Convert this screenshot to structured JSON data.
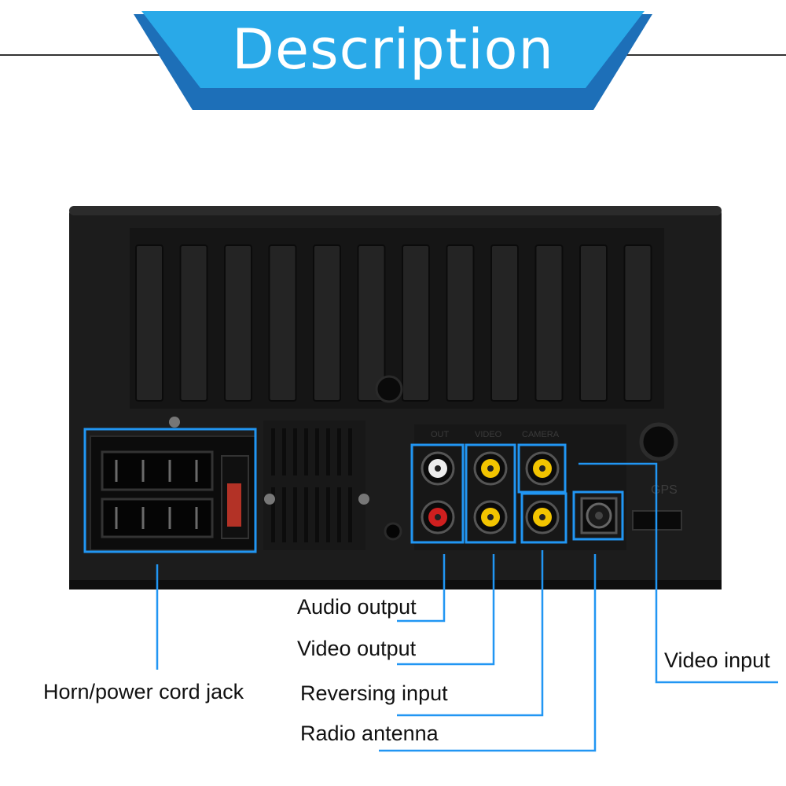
{
  "header": {
    "title": "Description",
    "accent_color": "#29a9e8",
    "shadow_color": "#1d6fb8"
  },
  "device": {
    "body_color": "#1c1c1c",
    "jack_labels": [
      "OUT",
      "VIDEO",
      "CAMERA"
    ],
    "gps_label": "GPS"
  },
  "callouts": {
    "line_color": "#2196f3",
    "horn_power": "Horn/power cord jack",
    "audio_output": "Audio output",
    "video_output": "Video output",
    "reversing_input": "Reversing input",
    "radio_antenna": "Radio antenna",
    "video_input": "Video input"
  }
}
